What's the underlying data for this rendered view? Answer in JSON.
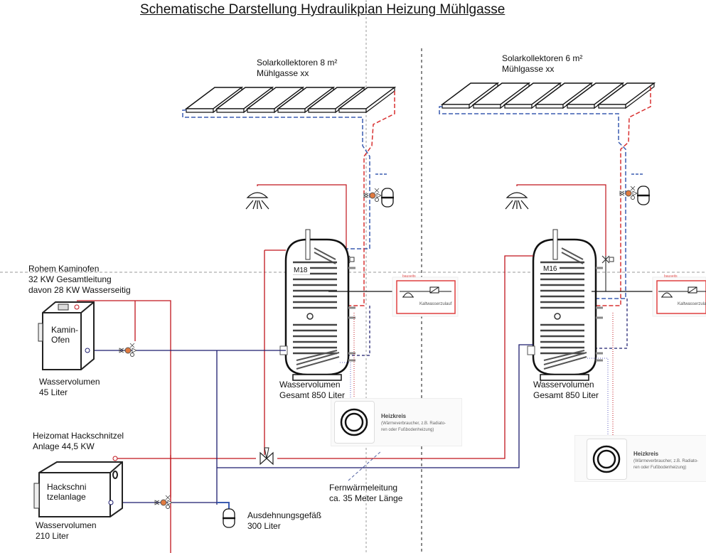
{
  "title": "Schematische Darstellung Hydraulikplan Heizung Mühlgasse",
  "colors": {
    "supply": "#c0141c",
    "return": "#1c1c6e",
    "solar_return": "#3a5bb0",
    "solar_supply": "#d83030",
    "guide": "#999999"
  },
  "solar": [
    {
      "line1": "Solarkollektoren 8 m²",
      "line2": "Mühlgasse xx"
    },
    {
      "line1": "Solarkollektoren 6 m²",
      "line2": "Mühlgasse xx"
    }
  ],
  "kaminofen": {
    "line1": "Rohem Kaminofen",
    "line2": "32 KW Gesamtleitung",
    "line3": "davon 28 KW Wasserseitig",
    "label_line1": "Kamin-",
    "label_line2": "Ofen",
    "volume_line1": "Wasservolumen",
    "volume_line2": "45 Liter"
  },
  "hackschnitzel": {
    "line1": "Heizomat Hackschnitzel",
    "line2": "Anlage 44,5 KW",
    "label_line1": "Hackschni",
    "label_line2": "tzelanlage",
    "volume_line1": "Wasservolumen",
    "volume_line2": "210 Liter"
  },
  "tanks": [
    {
      "id": "M18",
      "volume_line1": "Wasservolumen",
      "volume_line2": "Gesamt 850 Liter"
    },
    {
      "id": "M16",
      "volume_line1": "Wasservolumen",
      "volume_line2": "Gesamt 850 Liter"
    }
  ],
  "kaltwasser": {
    "tag": "bauseits",
    "label": "Kaltwasserzulauf"
  },
  "heizkreis": {
    "title": "Heizkreis",
    "desc_line1": "(Wärmeverbraucher, z.B. Radiato-",
    "desc_line2": "ren oder Fußbodenheizung)"
  },
  "ausdehnung": {
    "line1": "Ausdehnungsgefäß",
    "line2": "300 Liter"
  },
  "fernwaerme": {
    "line1": "Fernwärmeleitung",
    "line2": "ca. 35 Meter Länge"
  }
}
